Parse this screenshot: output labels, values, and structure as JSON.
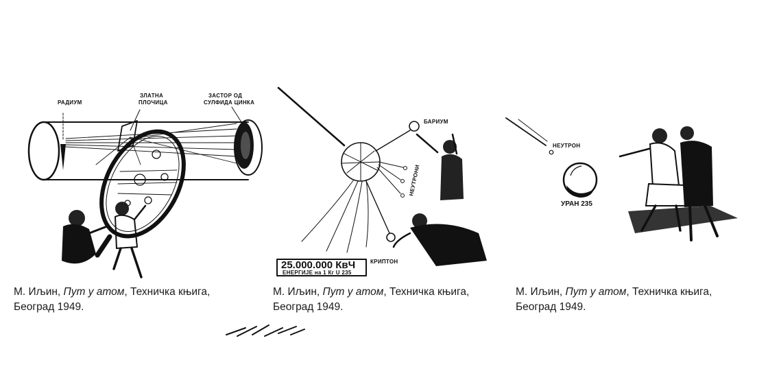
{
  "panels": [
    {
      "labels": {
        "radium": "РАДИУМ",
        "gold_foil_1": "ЗЛАТНА",
        "gold_foil_2": "ПЛОЧИЦА",
        "screen_1": "ЗАСТОР ОД",
        "screen_2": "СУЛФИДА ЦИНКА"
      },
      "caption": {
        "author": "М. Иљин, ",
        "title": "Пут у атом",
        "publisher": ", Техничка књига,",
        "place_year": "Београд 1949."
      }
    },
    {
      "labels": {
        "barium": "БАРИУМ",
        "neutrons": "НЕУТРОНИ",
        "krypton": "КРИПТОН",
        "energy_value": "25.000.000 КвЧ",
        "energy_desc": "ЕНЕРГИЈЕ на 1 Кг U 235"
      },
      "caption": {
        "author": "М. Иљин, ",
        "title": "Пут у атом",
        "publisher": ", Техничка књига,",
        "place_year": "Београд 1949."
      }
    },
    {
      "labels": {
        "neutron": "НЕУТРОН",
        "uranium": "УРАН 235"
      },
      "caption": {
        "author": "М. Иљин, ",
        "title": "Пут у атом",
        "publisher": ", Техничка књига,",
        "place_year": "Београд 1949."
      }
    }
  ]
}
